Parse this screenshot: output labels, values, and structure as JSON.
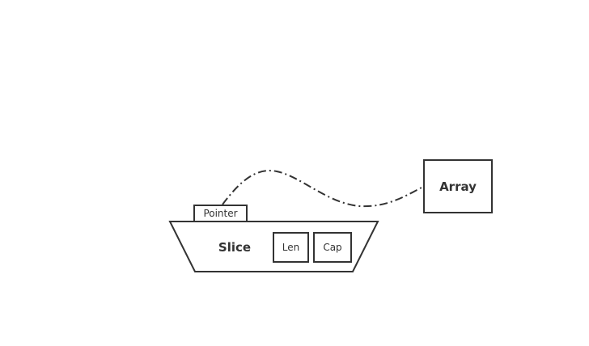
{
  "diagram": {
    "slice_label": "Slice",
    "pointer_label": "Pointer",
    "len_label": "Len",
    "cap_label": "Cap",
    "array_label": "Array",
    "stroke_color": "#333333"
  }
}
